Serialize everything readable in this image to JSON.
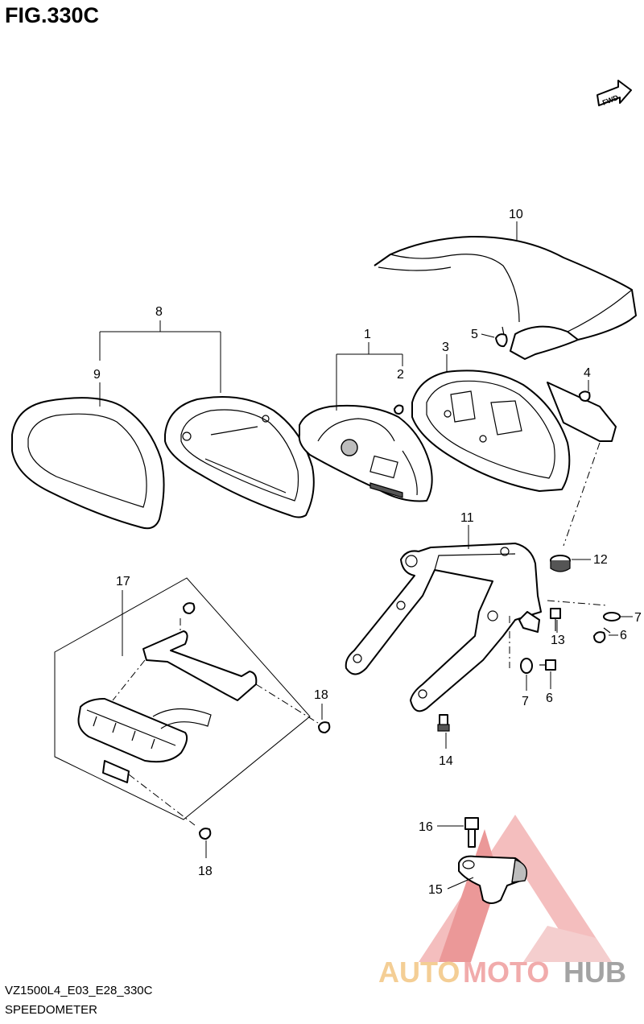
{
  "figure": {
    "title": "FIG.330C"
  },
  "fwd_label": "FWD",
  "callouts": {
    "p1": "1",
    "p2": "2",
    "p3": "3",
    "p4": "4",
    "p5": "5",
    "p6a": "6",
    "p6b": "6",
    "p7a": "7",
    "p7b": "7",
    "p8": "8",
    "p9": "9",
    "p10": "10",
    "p11": "11",
    "p12": "12",
    "p13": "13",
    "p14": "14",
    "p15": "15",
    "p16": "16",
    "p17": "17",
    "p18a": "18",
    "p18b": "18"
  },
  "footer": {
    "model_code": "VZ1500L4_E03_E28_330C",
    "section_name": "SPEEDOMETER"
  },
  "watermark": {
    "text_a": "AUTO",
    "text_b": "MOTO",
    "text_c": "HUB"
  }
}
